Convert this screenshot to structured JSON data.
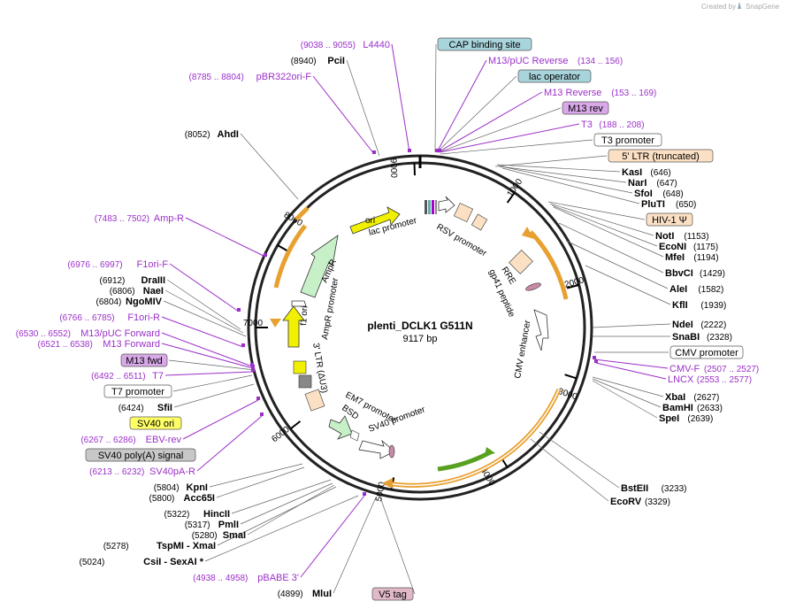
{
  "brand": {
    "created_by": "Created by",
    "app": "SnapGene"
  },
  "plasmid": {
    "name": "plenti_DCLK1 G511N",
    "size": "9117 bp"
  },
  "ticks": [
    "1000",
    "2000",
    "3000",
    "4000",
    "5000",
    "6000",
    "7000",
    "8000",
    "9000"
  ],
  "features": {
    "ori": "ori",
    "lac_promoter": "lac promoter",
    "rsv_promoter": "RSV promoter",
    "rre": "RRE",
    "gp41": "gp41 peptide",
    "cmv_enhancer": "CMV enhancer",
    "em7": "EM7 promoter",
    "bsd": "BSD",
    "sv40_promoter": "SV40 promoter",
    "ltr3": "3' LTR (ΔU3)",
    "f1_ori": "f1 ori",
    "ampr_promoter": "AmpR promoter",
    "ampr": "AmpR"
  },
  "left_labels": [
    {
      "name": "L4440",
      "pos": "(9038 .. 9055)",
      "kind": "primer"
    },
    {
      "name": "PciI",
      "pos": "(8940)",
      "kind": "enzyme"
    },
    {
      "name": "pBR322ori-F",
      "pos": "(8785 .. 8804)",
      "kind": "primer"
    },
    {
      "name": "AhdI",
      "pos": "(8052)",
      "kind": "enzyme"
    },
    {
      "name": "Amp-R",
      "pos": "(7483 .. 7502)",
      "kind": "primer"
    },
    {
      "name": "F1ori-F",
      "pos": "(6976 .. 6997)",
      "kind": "primer"
    },
    {
      "name": "DraIII",
      "pos": "(6912)",
      "kind": "enzyme"
    },
    {
      "name": "NaeI",
      "pos": "(6806)",
      "kind": "enzyme"
    },
    {
      "name": "NgoMIV",
      "pos": "(6804)",
      "kind": "enzyme"
    },
    {
      "name": "F1ori-R",
      "pos": "(6766 .. 6785)",
      "kind": "primer"
    },
    {
      "name": "M13/pUC Forward",
      "pos": "(6530 .. 6552)",
      "kind": "primer"
    },
    {
      "name": "M13 Forward",
      "pos": "(6521 .. 6538)",
      "kind": "primer"
    },
    {
      "name": "M13 fwd",
      "pos": "",
      "kind": "box-purple"
    },
    {
      "name": "T7",
      "pos": "(6492 .. 6511)",
      "kind": "primer"
    },
    {
      "name": "T7 promoter",
      "pos": "",
      "kind": "box-white"
    },
    {
      "name": "SfiI",
      "pos": "(6424)",
      "kind": "enzyme"
    },
    {
      "name": "SV40 ori",
      "pos": "",
      "kind": "box-yellow"
    },
    {
      "name": "EBV-rev",
      "pos": "(6267 .. 6286)",
      "kind": "primer"
    },
    {
      "name": "SV40 poly(A) signal",
      "pos": "",
      "kind": "box-gray"
    },
    {
      "name": "SV40pA-R",
      "pos": "(6213 .. 6232)",
      "kind": "primer"
    },
    {
      "name": "KpnI",
      "pos": "(5804)",
      "kind": "enzyme"
    },
    {
      "name": "Acc65I",
      "pos": "(5800)",
      "kind": "enzyme"
    },
    {
      "name": "HincII",
      "pos": "(5322)",
      "kind": "enzyme"
    },
    {
      "name": "PmlI",
      "pos": "(5317)",
      "kind": "enzyme"
    },
    {
      "name": "SmaI",
      "pos": "(5280)",
      "kind": "enzyme"
    },
    {
      "name": "TspMI  -  XmaI",
      "pos": "(5278)",
      "kind": "enzyme"
    },
    {
      "name": "CsiI  -  SexAI *",
      "pos": "(5024)",
      "kind": "enzyme"
    },
    {
      "name": "pBABE 3'",
      "pos": "(4938 .. 4958)",
      "kind": "primer"
    },
    {
      "name": "MluI",
      "pos": "(4899)",
      "kind": "enzyme"
    },
    {
      "name": "V5 tag",
      "pos": "",
      "kind": "box-mauve"
    }
  ],
  "right_labels": [
    {
      "name": "CAP binding site",
      "pos": "",
      "kind": "box-teal"
    },
    {
      "name": "M13/pUC Reverse",
      "pos": "(134 .. 156)",
      "kind": "primer"
    },
    {
      "name": "lac operator",
      "pos": "",
      "kind": "box-teal"
    },
    {
      "name": "M13 Reverse",
      "pos": "(153 .. 169)",
      "kind": "primer"
    },
    {
      "name": "M13 rev",
      "pos": "",
      "kind": "box-purple"
    },
    {
      "name": "T3",
      "pos": "(188 .. 208)",
      "kind": "primer"
    },
    {
      "name": "T3 promoter",
      "pos": "",
      "kind": "box-white"
    },
    {
      "name": "5' LTR (truncated)",
      "pos": "",
      "kind": "box-peach"
    },
    {
      "name": "KasI",
      "pos": "(646)",
      "kind": "enzyme"
    },
    {
      "name": "NarI",
      "pos": "(647)",
      "kind": "enzyme"
    },
    {
      "name": "SfoI",
      "pos": "(648)",
      "kind": "enzyme"
    },
    {
      "name": "PluTI",
      "pos": "(650)",
      "kind": "enzyme"
    },
    {
      "name": "HIV-1 Ψ",
      "pos": "",
      "kind": "box-peach"
    },
    {
      "name": "NotI",
      "pos": "(1153)",
      "kind": "enzyme"
    },
    {
      "name": "EcoNI",
      "pos": "(1175)",
      "kind": "enzyme"
    },
    {
      "name": "MfeI",
      "pos": "(1194)",
      "kind": "enzyme"
    },
    {
      "name": "BbvCI",
      "pos": "(1429)",
      "kind": "enzyme"
    },
    {
      "name": "AleI",
      "pos": "(1582)",
      "kind": "enzyme"
    },
    {
      "name": "KflI",
      "pos": "(1939)",
      "kind": "enzyme"
    },
    {
      "name": "NdeI",
      "pos": "(2222)",
      "kind": "enzyme"
    },
    {
      "name": "SnaBI",
      "pos": "(2328)",
      "kind": "enzyme"
    },
    {
      "name": "CMV promoter",
      "pos": "",
      "kind": "box-white"
    },
    {
      "name": "CMV-F",
      "pos": "(2507 .. 2527)",
      "kind": "primer"
    },
    {
      "name": "LNCX",
      "pos": "(2553 .. 2577)",
      "kind": "primer"
    },
    {
      "name": "XbaI",
      "pos": "(2627)",
      "kind": "enzyme"
    },
    {
      "name": "BamHI",
      "pos": "(2633)",
      "kind": "enzyme"
    },
    {
      "name": "SpeI",
      "pos": "(2639)",
      "kind": "enzyme"
    },
    {
      "name": "BstEII",
      "pos": "(3233)",
      "kind": "enzyme"
    },
    {
      "name": "EcoRV",
      "pos": "(3329)",
      "kind": "enzyme"
    }
  ],
  "colors": {
    "primer": "#9b30c8",
    "box_teal": "#a8d4dc",
    "box_purple": "#d8a8e8",
    "box_peach": "#fbe0c4",
    "box_yellow": "#ffff66",
    "box_gray": "#c8c8c8",
    "box_mauve": "#e0b8c8",
    "ori_yellow": "#f0f000",
    "ampr_green": "#c8f0c8",
    "orange_arc": "#e8a030",
    "green_arc": "#58a020"
  }
}
